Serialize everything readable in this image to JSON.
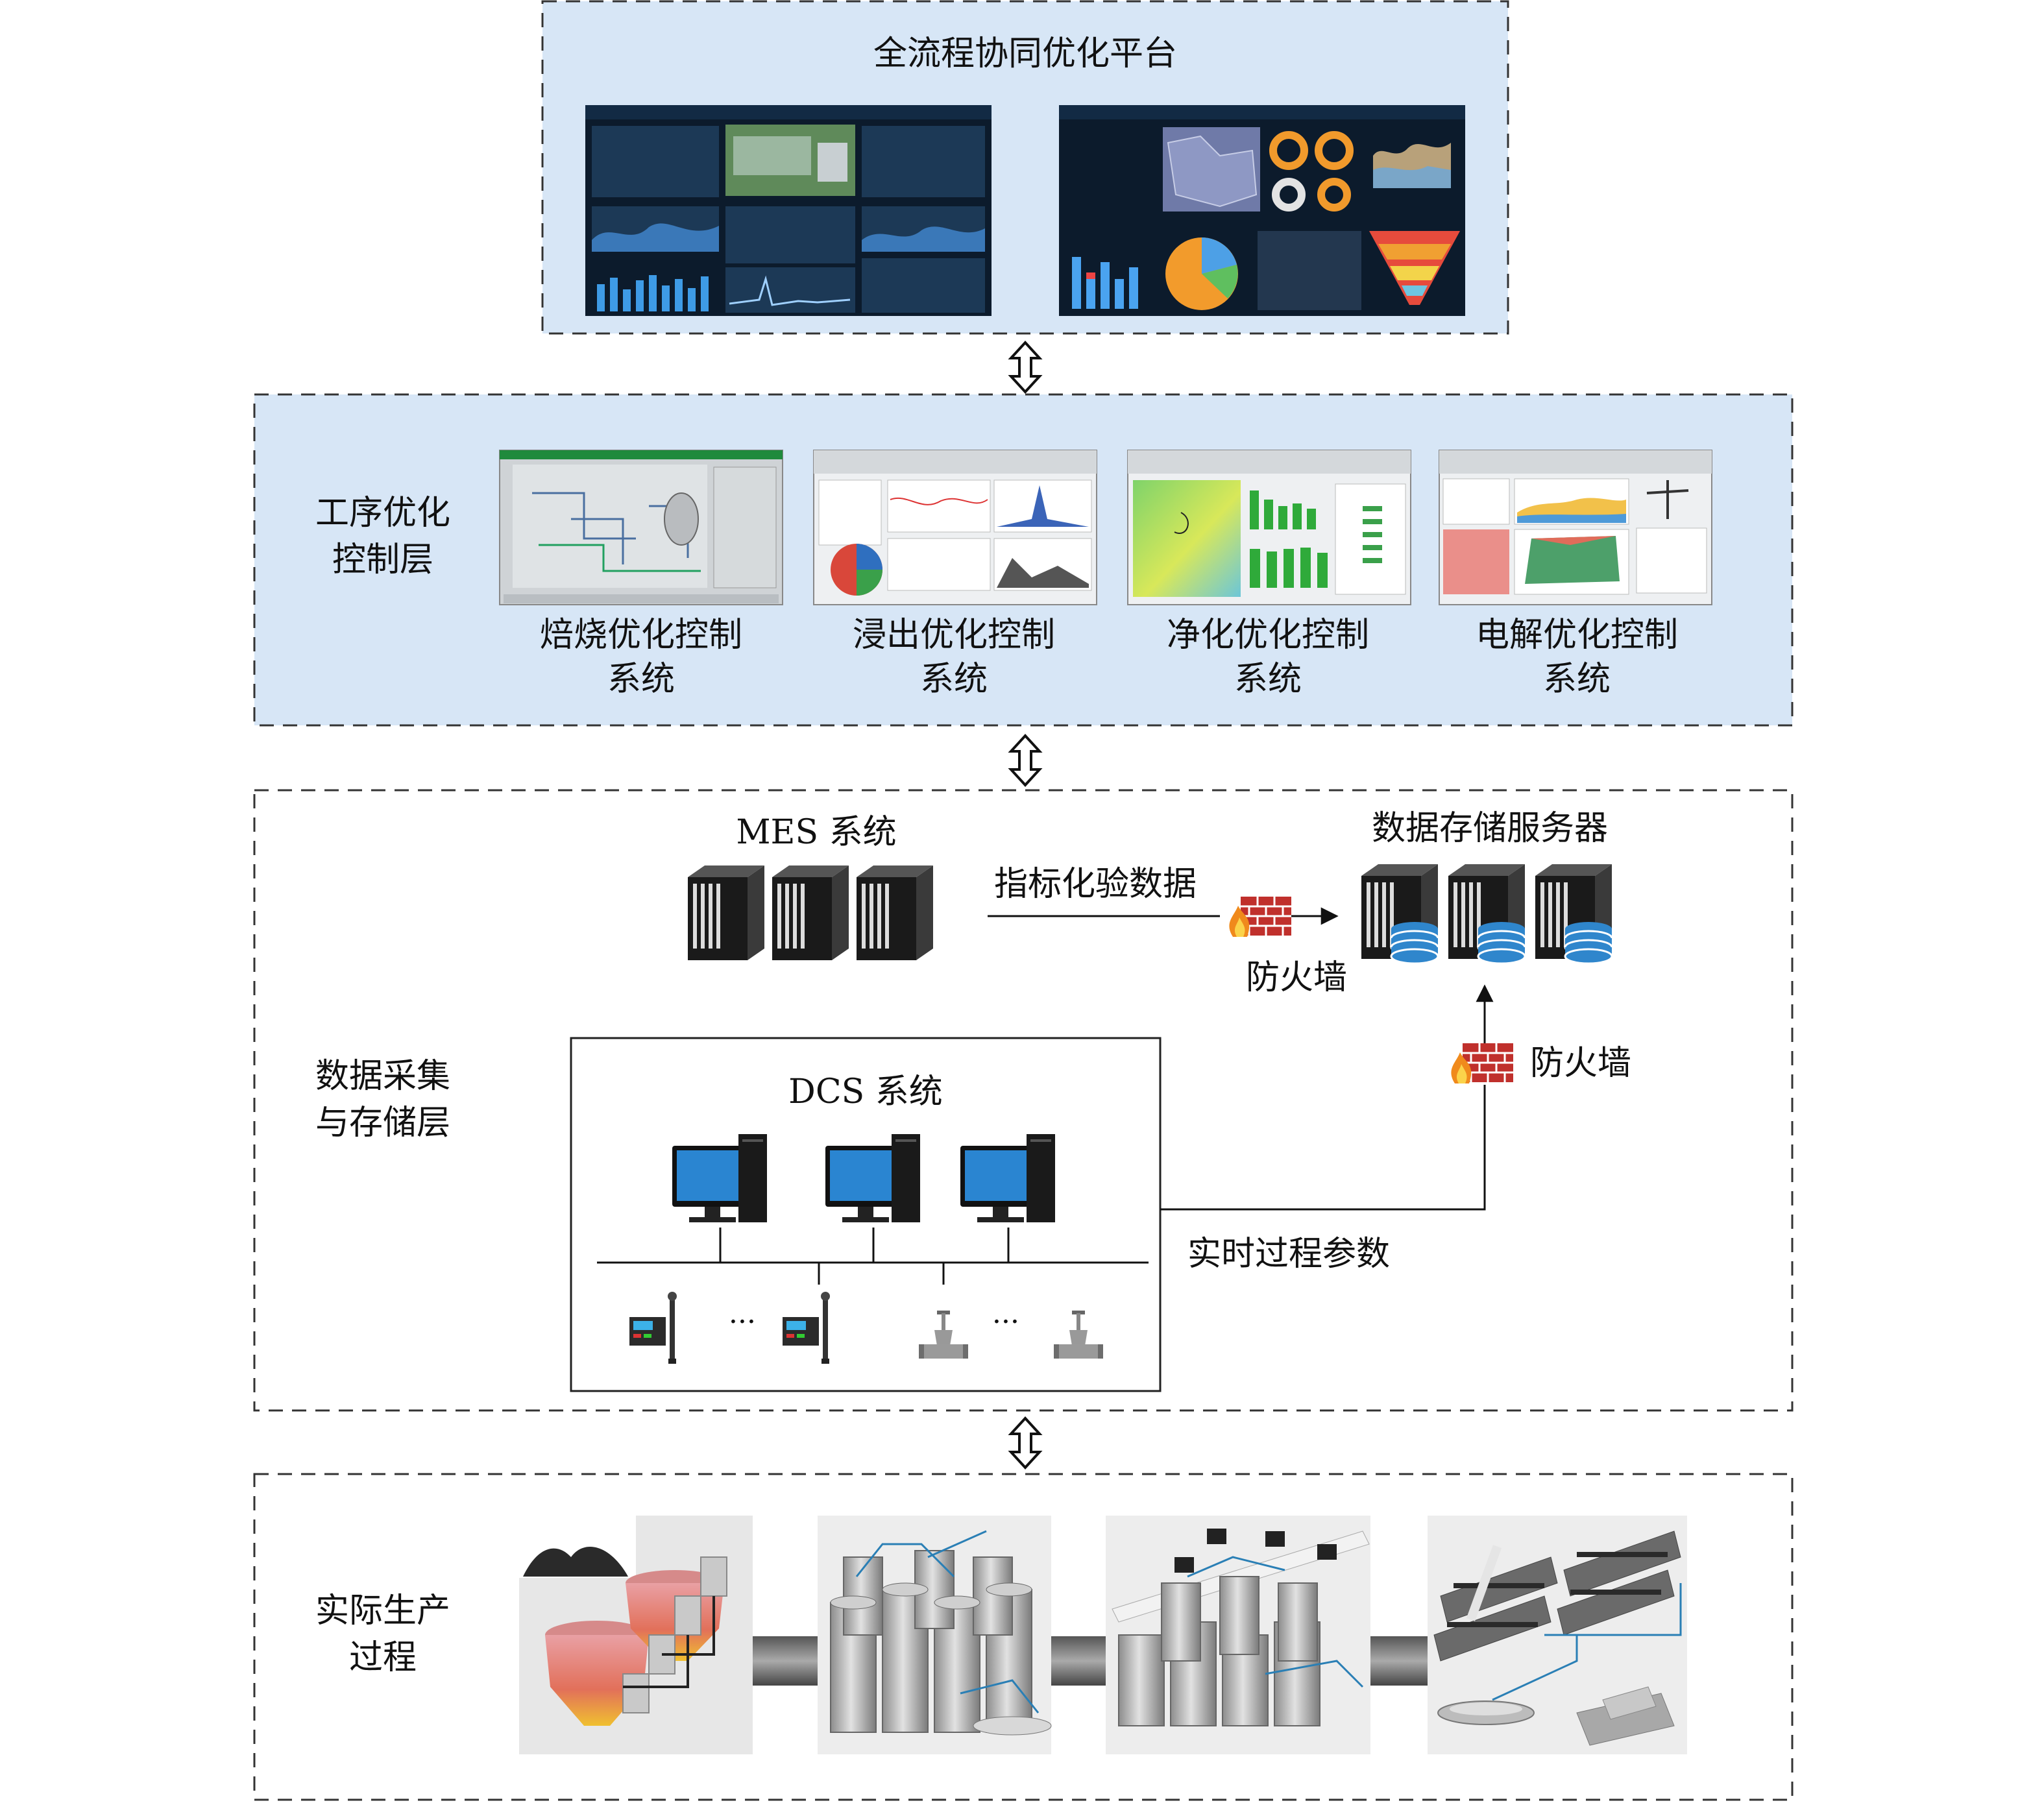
{
  "platform": {
    "title": "全流程协同优化平台"
  },
  "process_layer": {
    "label_line1": "工序优化",
    "label_line2": "控制层",
    "systems": [
      {
        "line1": "焙烧优化控制",
        "line2": "系统"
      },
      {
        "line1": "浸出优化控制",
        "line2": "系统"
      },
      {
        "line1": "净化优化控制",
        "line2": "系统"
      },
      {
        "line1": "电解优化控制",
        "line2": "系统"
      }
    ]
  },
  "data_layer": {
    "label_line1": "数据采集",
    "label_line2": "与存储层",
    "mes_title": "MES 系统",
    "storage_title": "数据存储服务器",
    "assay_data": "指标化验数据",
    "firewall_1": "防火墙",
    "firewall_2": "防火墙",
    "dcs_title": "DCS 系统",
    "realtime_params": "实时过程参数",
    "ellipsis_1": "···",
    "ellipsis_2": "···"
  },
  "production_layer": {
    "label_line1": "实际生产",
    "label_line2": "过程"
  },
  "colors": {
    "layer_fill": "#d7e6f6",
    "dashed_border": "#333333",
    "screen_dark": "#0c1b2c",
    "firewall_brick": "#c0302c",
    "db_blue": "#2f86cc"
  }
}
